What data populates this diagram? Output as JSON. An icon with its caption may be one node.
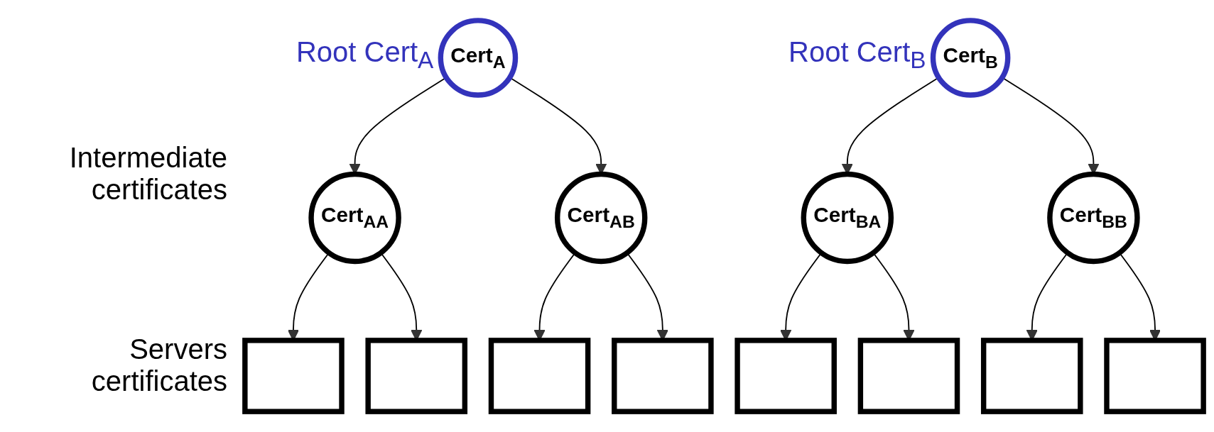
{
  "diagram": {
    "nodes": [
      {
        "text": [
          "Cert$_{A}$"
        ],
        "beside": [
          "Root Cert$_{A}$"
        ]
      },
      {
        "text": [
          "Cert$_{B}$"
        ],
        "beside": [
          "Root Cert$_{B}$"
        ]
      },
      {
        "text": [
          "Cert$_{AA}$"
        ]
      },
      {
        "text": [
          "Cert$_{AB}$"
        ]
      },
      {
        "text": [
          "Cert$_{BA}$"
        ]
      },
      {
        "text": [
          "Cert$_{BB}$"
        ]
      },
      {
        "text": [],
        "shape": "box"
      },
      {
        "text": [],
        "shape": "box"
      },
      {
        "text": [],
        "shape": "box"
      },
      {
        "text": [],
        "shape": "box"
      },
      {
        "text": [],
        "shape": "box"
      },
      {
        "text": [],
        "shape": "box"
      },
      {
        "text": [],
        "shape": "box"
      },
      {
        "text": [],
        "shape": "box"
      }
    ],
    "edges": [
      {
        "from": 0,
        "to": 2,
        "arrow": "to"
      },
      {
        "from": 0,
        "to": 3,
        "arrow": "to"
      },
      {
        "from": 1,
        "to": 4,
        "arrow": "to"
      },
      {
        "from": 1,
        "to": 5,
        "arrow": "to"
      },
      {
        "from": 2,
        "to": 6,
        "arrow": "to"
      },
      {
        "from": 2,
        "to": 7,
        "arrow": "to"
      },
      {
        "from": 3,
        "to": 8,
        "arrow": "to"
      },
      {
        "from": 3,
        "to": 9,
        "arrow": "to"
      },
      {
        "from": 4,
        "to": 10,
        "arrow": "to"
      },
      {
        "from": 4,
        "to": 11,
        "arrow": "to"
      },
      {
        "from": 5,
        "to": 12,
        "arrow": "to"
      },
      {
        "from": 5,
        "to": 13,
        "arrow": "to"
      }
    ],
    "labels": [
      "Intermediate certificates",
      "Servers certificates"
    ]
  }
}
